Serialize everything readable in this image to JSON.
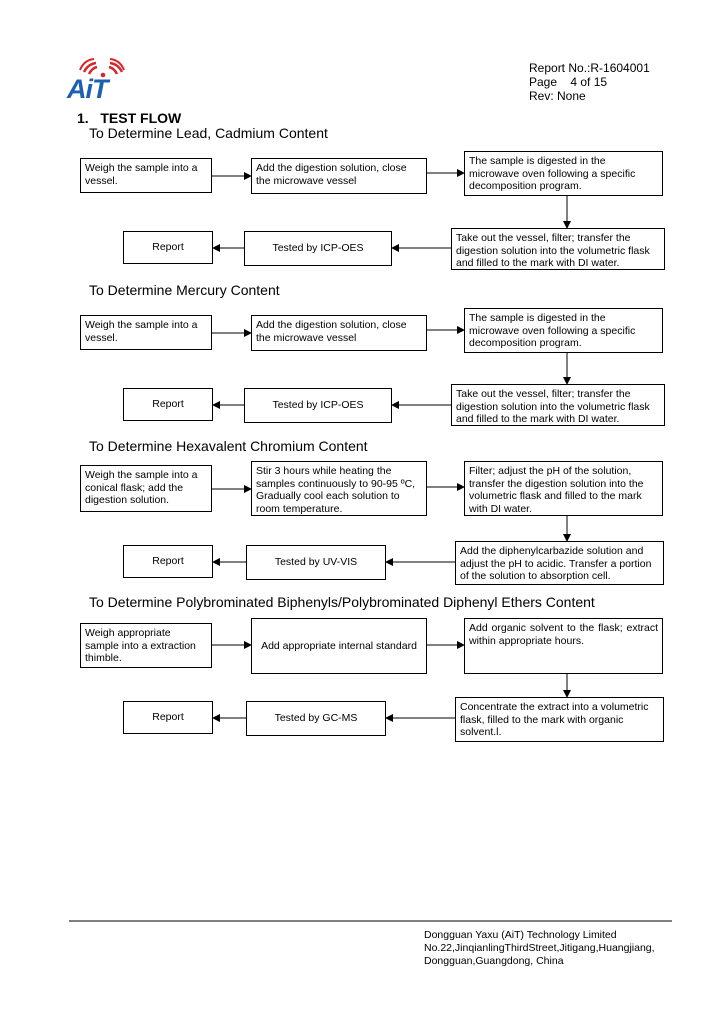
{
  "header": {
    "logo_text": "AiT",
    "report_no": "Report  No.:R-1604001",
    "page": "Page    4 of 15",
    "rev": "Rev: None"
  },
  "main_heading": "1.   TEST FLOW",
  "sections": [
    {
      "title": "To Determine Lead, Cadmium Content",
      "step1": "Weigh the sample into a vessel.",
      "step2": "Add the digestion solution, close the microwave vessel",
      "step3": "The sample is digested in the microwave oven following a specific decomposition program.",
      "step4": "Take out the vessel, filter; transfer the digestion solution into the volumetric flask and filled to the mark with DI water.",
      "step5": "Tested by ICP-OES",
      "step6": "Report"
    },
    {
      "title": "To Determine Mercury Content",
      "step1": "Weigh the sample into a vessel.",
      "step2": "Add the digestion solution, close the microwave vessel",
      "step3": "The sample is digested in the microwave oven following a specific decomposition program.",
      "step4": "Take out the vessel, filter; transfer the digestion solution into the volumetric flask and filled to the mark with DI water.",
      "step5": "Tested by ICP-OES",
      "step6": "Report"
    },
    {
      "title": "To Determine Hexavalent Chromium Content",
      "step1": "Weigh the sample into a conical flask; add the digestion solution.",
      "step2": "Stir 3 hours while heating the samples continuously to 90-95 ºC, Gradually cool each solution to room temperature.",
      "step3": "Filter; adjust the pH of the solution, transfer the digestion solution into the volumetric flask and filled to the mark with DI water.",
      "step4": "Add the diphenylcarbazide solution and adjust the pH to acidic. Transfer a portion of the solution to absorption cell.",
      "step5": "Tested by UV-VIS",
      "step6": "Report"
    },
    {
      "title": "To Determine Polybrominated Biphenyls/Polybrominated Diphenyl Ethers Content",
      "step1": "Weigh appropriate sample into a extraction thimble.",
      "step2": "Add appropriate internal standard",
      "step3": "Add organic solvent to the flask; extract within appropriate hours.",
      "step4": "Concentrate the extract into a volumetric flask, filled to the mark with organic solvent.l.",
      "step5": "Tested by GC-MS",
      "step6": "Report"
    }
  ],
  "footer": {
    "line1": "Dongguan Yaxu (AiT) Technology Limited",
    "line2": "No.22,JinqianlingThirdStreet,Jitigang,Huangjiang,",
    "line3": "Dongguan,Guangdong, China"
  },
  "colors": {
    "logo_blue": "#1f5fb0",
    "logo_red": "#d9262b"
  }
}
